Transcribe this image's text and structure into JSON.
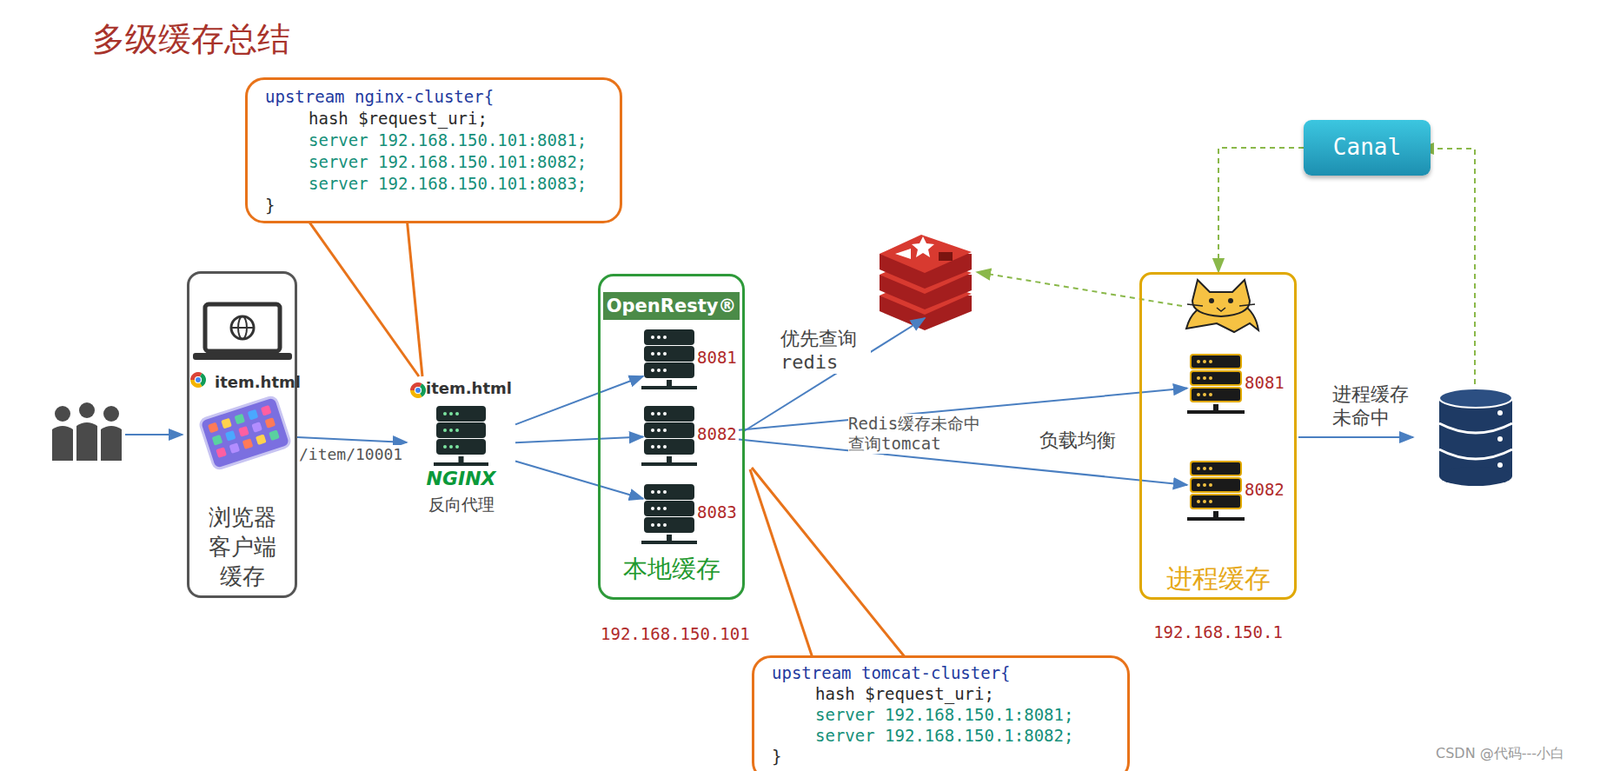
{
  "diagram": {
    "title": "多级缓存总结",
    "nodes": [
      {
        "text": [
          "item.html",
          "浏览器 客户端 缓存"
        ]
      },
      {
        "text": [
          "upstream nginx-cluster{",
          "hash $request_uri;",
          "server 192.168.150.101:8081;",
          "server 192.168.150.101:8082;",
          "server 192.168.150.101:8083;",
          "}"
        ]
      },
      {
        "text": [
          "item.html",
          "NGINX",
          "反向代理"
        ]
      },
      {
        "text": [
          "OpenResty®",
          "本地缓存",
          "192.168.150.101"
        ]
      },
      {
        "text": [
          "8081"
        ],
        "in": 3
      },
      {
        "text": [
          "8082"
        ],
        "in": 3
      },
      {
        "text": [
          "8083"
        ],
        "in": 3
      },
      {
        "text": [
          "Canal"
        ]
      },
      {
        "text": [
          "进程缓存",
          "192.168.150.1"
        ]
      },
      {
        "text": [
          "8081"
        ],
        "in": 8
      },
      {
        "text": [
          "8082"
        ],
        "in": 8
      },
      {
        "text": [
          "upstream tomcat-cluster{",
          "hash $request_uri;",
          "server 192.168.150.1:8081;",
          "server 192.168.150.1:8082;",
          "}"
        ]
      }
    ],
    "edges": [
      {
        "from": 0,
        "to": 2,
        "arrow": "to",
        "label": "/item/10001"
      },
      {
        "from": 2,
        "to": 4,
        "arrow": "to"
      },
      {
        "from": 2,
        "to": 5,
        "arrow": "to"
      },
      {
        "from": 2,
        "to": 6,
        "arrow": "to"
      },
      {
        "from": 5,
        "to": 9,
        "arrow": "to",
        "label": "Redis缓存未命中 查询tomcat"
      },
      {
        "from": 5,
        "to": 10,
        "arrow": "to"
      },
      {
        "from": 7,
        "to": 8,
        "arrow": "to"
      }
    ],
    "labels": [
      "优先查询 redis",
      "负载均衡",
      "进程缓存 未命中",
      "CSDN @代码---小白"
    ]
  }
}
